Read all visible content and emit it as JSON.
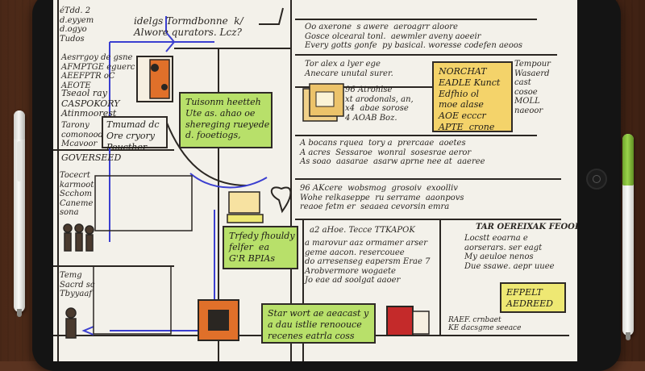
{
  "scene": {
    "colors": {
      "desk": "#5a3320",
      "tablet": "#141414",
      "screen": "#f3f1ea",
      "ink": "#2a2622",
      "blue_ink": "#3b3fd0",
      "green_note": "#b8e06a",
      "yellow_note": "#f4d36a",
      "lemon_note": "#eee873",
      "orange_sketch": "#e0702a",
      "red_sketch": "#c42a2a",
      "pen_cap_green": "#9bd34a"
    }
  },
  "notes": {
    "top_left_column": "éTdd. 2\nd.eyyem\nd.ogyo\nTudos",
    "top_center_title": "idelgs Tormdbonne  k/\nAlwore qurators. Lcz?",
    "top_right_header": "Oo axerone  s awere  aeroagrr aloore\nGosce olcearal tonl.  aewmler aveny aoeeir\nEvery gotts gonfe  py basical. woresse codefen aeoos",
    "left_block_1": "Aesrrgoy de gsne\nAFMPTGE eguerc\nAEEFPTR oC\nAEOTE",
    "left_block_2": "Tseaol ray\nCASPOKORY\nAtinmoorest",
    "left_box": "Tmumad dc\nOre cryory\nPoucther",
    "left_block_3": "Tarony\ncomonoode\nMcavoor",
    "left_block_4": "GOVERSEED",
    "left_block_5": "Tocecrt\nkarmoot\nScchom\nCaneme\nsona",
    "left_block_6": "Temg\nSacrd sc\nTbyyaaf",
    "center_green_note": "Tuisonm heetteh\nUte as. ahao oe\nshereging rueyede\nd. fooetiogs,",
    "center_green_note_2": "Trfedy fhouldy\nfelfer  ea\nG'R BPIAs",
    "bottom_green_note": "Star wort ae aeacast y\na dau istlie renoouce\nrecenes eatrla coss",
    "right_yellow_note": "NORCHAT\nEADLE Kunct\nEdfhio ol\nmoe alase\nAOE ecccr\nAPTE  crone",
    "far_right": "Tempour\nWasaerd\ncast\ncosoe\nMOLL\nnaeoor",
    "mid_right_1": "Tor alex a lyer ege\nAnecare unutal surer.",
    "mid_right_2": "96 Atrohlse\nxt arodonals, an,\nx4  abae sorose\n4 AOAB Boz.",
    "mid_right_3": "A bocans rquea  tory a  prercaae  aoetes\nA acres  Sessaroe  wonral  sosesrae aeror\nAs soao  aasarae  asarw aprne nee at  aaeree",
    "mid_right_4": "96 AKcere  wobsmog  grosoiv  exoolliv\nWohe relkaseppe  ru serrame  aaonpovs\nreaoe fetm er  seaaea cevorsin emra",
    "right_block_title": "TAR OEREIXAK FEOOF",
    "right_block": "Locstt eoarna e\naorserars. ser eagt\nMy aeuloe nenos\nDue ssawe. aepr uuee",
    "center_right_title": "a2 aHoe. Tecce TTKAPOK",
    "center_right_body": "a marovur aaz ormamer arser\ngeme aacon. resercouee\ndo arresenseg eapersm Erae 7\nArobvermore wogaete \nJo eae ad soolgat aaoer",
    "bottom_right_box": "EFPELT\nAEDREED",
    "bottom_right_text": "RAEF. crnbaet\nKE dacsgme seeace"
  }
}
